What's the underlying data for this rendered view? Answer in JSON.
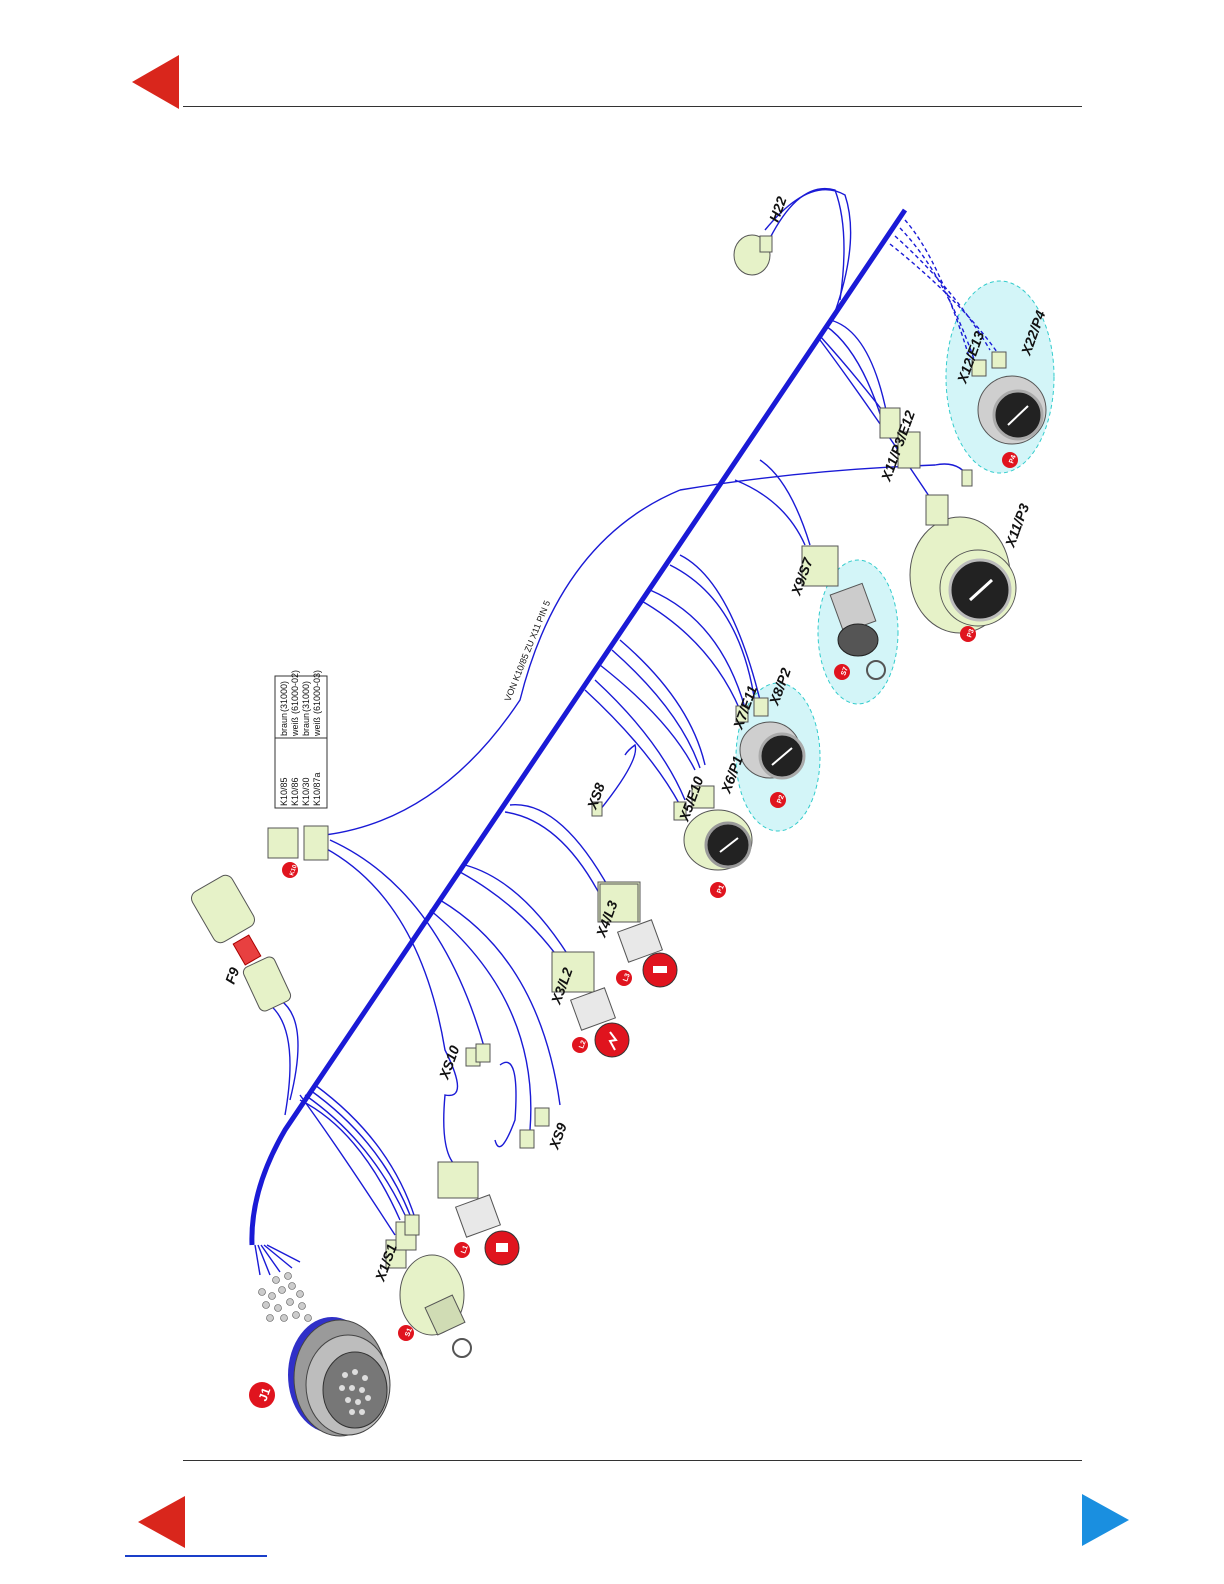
{
  "nav": {
    "top_prev": "previous-page",
    "bottom_prev": "previous-page",
    "bottom_next": "next-page"
  },
  "colors": {
    "arrow_red": "#d9261c",
    "arrow_blue": "#1a8fe0",
    "wire": "#1a1ad6",
    "component": "#e6f2c8",
    "highlight": "#a8ecf2",
    "badge": "#e0141e"
  },
  "harness": {
    "note": "VON K10/85 ZU X11 PIN 5",
    "relay_table": [
      {
        "pin": "K10/85",
        "color": "braun",
        "code": "(31000)"
      },
      {
        "pin": "K10/86",
        "color": "weiß",
        "code": "(61000-02)"
      },
      {
        "pin": "K10/30",
        "color": "braun",
        "code": "(31000)"
      },
      {
        "pin": "K10/87a",
        "color": "weiß",
        "code": "(61000-03)"
      }
    ]
  },
  "connectors": {
    "h22": "H22",
    "x12_e13": "X12/E13",
    "x22_p4": "X22/P4",
    "x11_p3_e12": "X11/P3/E12",
    "x11_p3": "X11/P3",
    "x9_s7": "X9/S7",
    "x7_e11": "X7/E11",
    "x8_p2": "X8/P2",
    "x6_p1": "X6/P1",
    "x5_e10": "X5/E10",
    "xs8": "XS8",
    "x4_l3": "X4/L3",
    "x3_l2": "X3/L2",
    "xs10": "XS10",
    "xs9": "XS9",
    "x1_s1": "X1/S1",
    "f9": "F9"
  },
  "badges": {
    "j1": "J1",
    "s1": "S1",
    "l1": "L1",
    "l2": "L2",
    "l3": "L3",
    "k10": "K10",
    "p1": "P1",
    "p2": "P2",
    "s7": "S7",
    "p3": "P3",
    "p4": "P4"
  }
}
